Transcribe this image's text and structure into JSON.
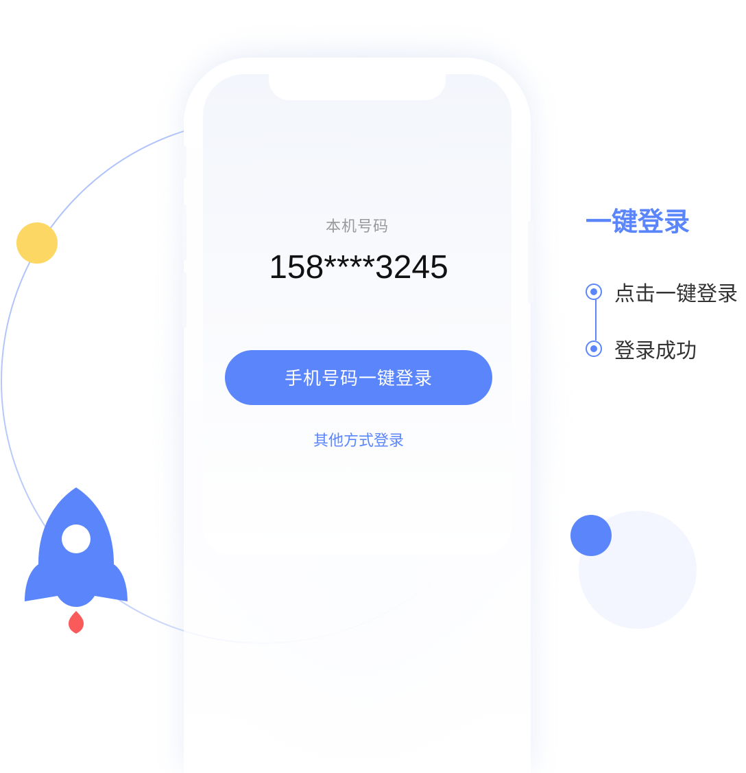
{
  "phone_screen": {
    "local_number_label": "本机号码",
    "phone_number": "158****3245",
    "login_button_label": "手机号码一键登录",
    "other_login_link": "其他方式登录"
  },
  "feature": {
    "title": "一键登录",
    "steps": [
      {
        "label": "点击一键登录"
      },
      {
        "label": "登录成功"
      }
    ]
  },
  "decorations": {
    "icons": [
      "rocket-icon",
      "flame-icon",
      "yellow-dot",
      "blue-dot",
      "pale-circle",
      "orbit-ring"
    ]
  },
  "colors": {
    "accent": "#5b86fb",
    "yellow": "#fdd764",
    "flame": "#fa5a5a",
    "text_dark": "#111111",
    "text_gray": "#999999"
  }
}
